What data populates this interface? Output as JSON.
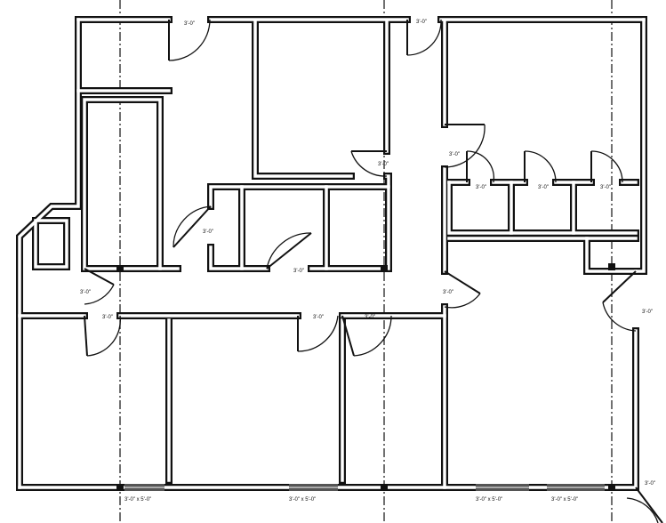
{
  "plan": {
    "colors": {
      "wall": "#111111",
      "background": "#ffffff",
      "window_hatch": "#555555"
    },
    "door_labels": [
      "3'-0\"",
      "3'-0\"",
      "3'-0\"",
      "3'-0\"",
      "3'-0\"",
      "3'-0\"",
      "3'-0\"",
      "3'-0\"",
      "3'-0\"",
      "3'-0\"",
      "3'-0\"",
      "3'-0\"",
      "3'-0\"",
      "3'-0\"",
      "3'-0\"",
      "3'-0\""
    ],
    "window_labels": [
      "3'-0\" x 5'-0\"",
      "3'-0\" x 5'-0\"",
      "3'-0\" x 5'-0\"",
      "3'-0\" x 5'-0\""
    ]
  }
}
